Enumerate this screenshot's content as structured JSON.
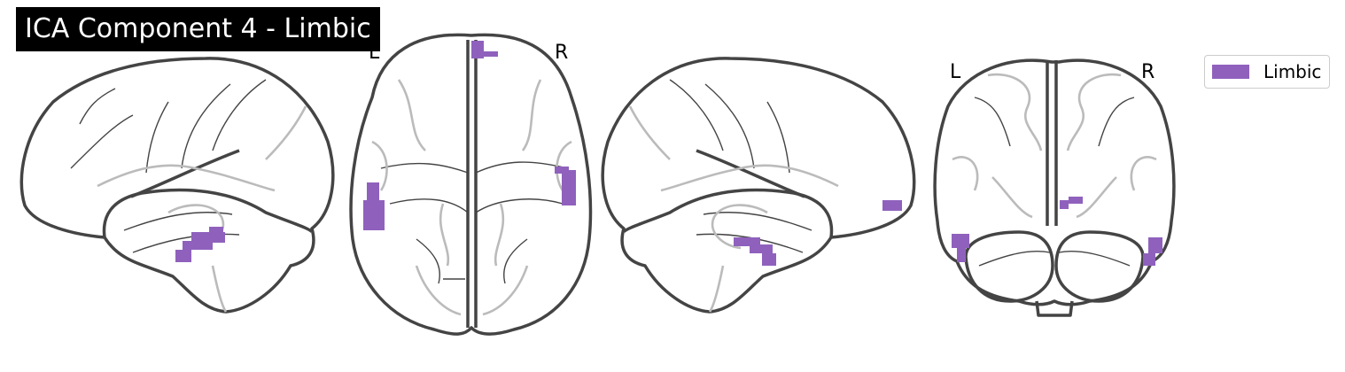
{
  "title": "ICA Component 4 - Limbic",
  "legend": {
    "label": "Limbic",
    "color": "#8f61bd"
  },
  "views": {
    "axial": {
      "left_label": "L",
      "right_label": "R"
    },
    "coronal": {
      "left_label": "L",
      "right_label": "R"
    }
  },
  "colors": {
    "outline": "#444444",
    "sulci": "#bbbbbb",
    "region": "#8f61bd"
  }
}
